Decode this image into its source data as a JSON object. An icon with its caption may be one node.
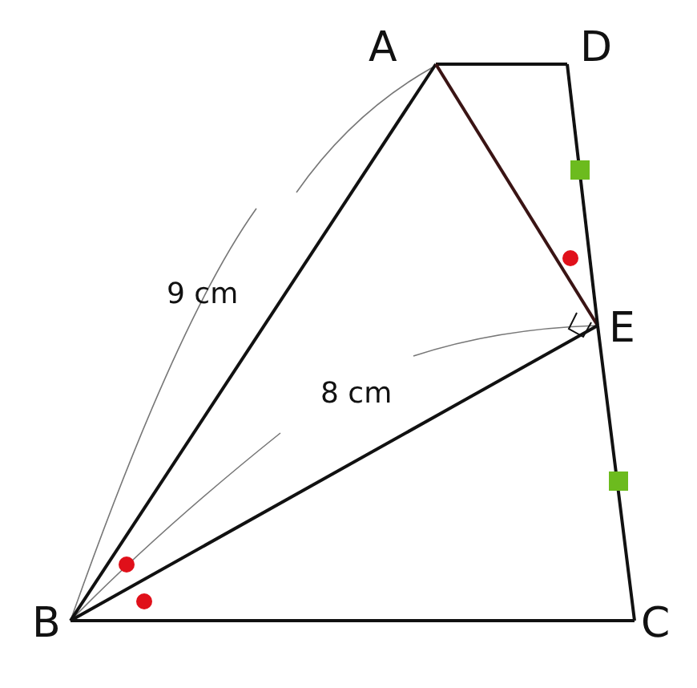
{
  "diagram": {
    "nodes": [
      {
        "text": [
          "A"
        ]
      },
      {
        "text": [
          "D"
        ]
      },
      {
        "text": [
          "E"
        ]
      },
      {
        "text": [
          "B"
        ]
      },
      {
        "text": [
          "C"
        ]
      }
    ],
    "edges": [
      {
        "from": 0,
        "to": 1,
        "arrow": "none"
      },
      {
        "from": 0,
        "to": 3,
        "arrow": "none"
      },
      {
        "from": 0,
        "to": 2,
        "arrow": "none",
        "color": "#3a1414"
      },
      {
        "from": 1,
        "to": 2,
        "arrow": "none"
      },
      {
        "from": 2,
        "to": 4,
        "arrow": "none"
      },
      {
        "from": 3,
        "to": 2,
        "arrow": "none"
      },
      {
        "from": 3,
        "to": 4,
        "arrow": "none"
      }
    ],
    "labels": [
      "9 cm",
      "8 cm"
    ]
  }
}
